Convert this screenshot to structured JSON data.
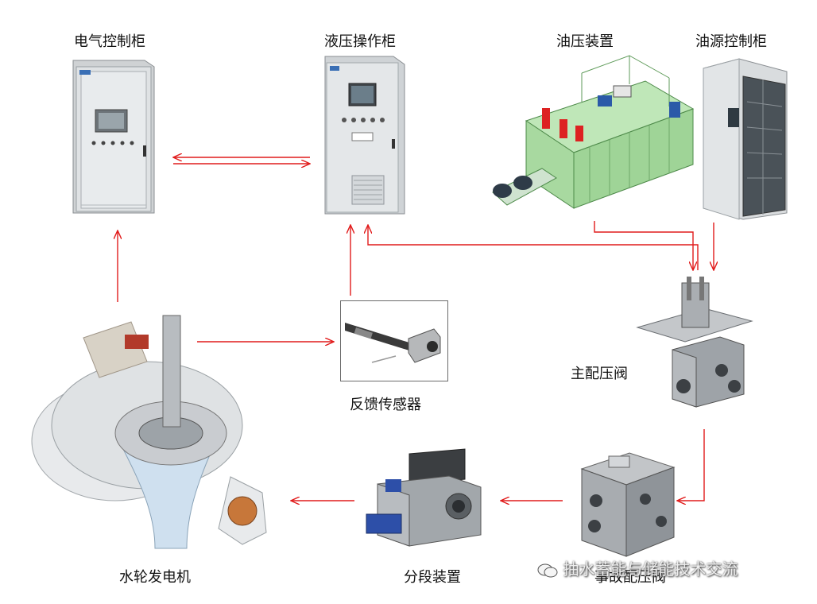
{
  "nodes": {
    "electric_cabinet": "电气控制柜",
    "hydraulic_cabinet": "液压操作柜",
    "oil_pressure_device": "油压装置",
    "oil_source_cabinet": "油源控制柜",
    "feedback_sensor": "反馈传感器",
    "main_valve": "主配压阀",
    "turbine_generator": "水轮发电机",
    "segment_device": "分段装置",
    "accident_valve": "事故配压阀"
  },
  "watermark": "抽水蓄能与储能技术交流",
  "colors": {
    "arrow": "#e11b1b",
    "background": "#ffffff"
  }
}
